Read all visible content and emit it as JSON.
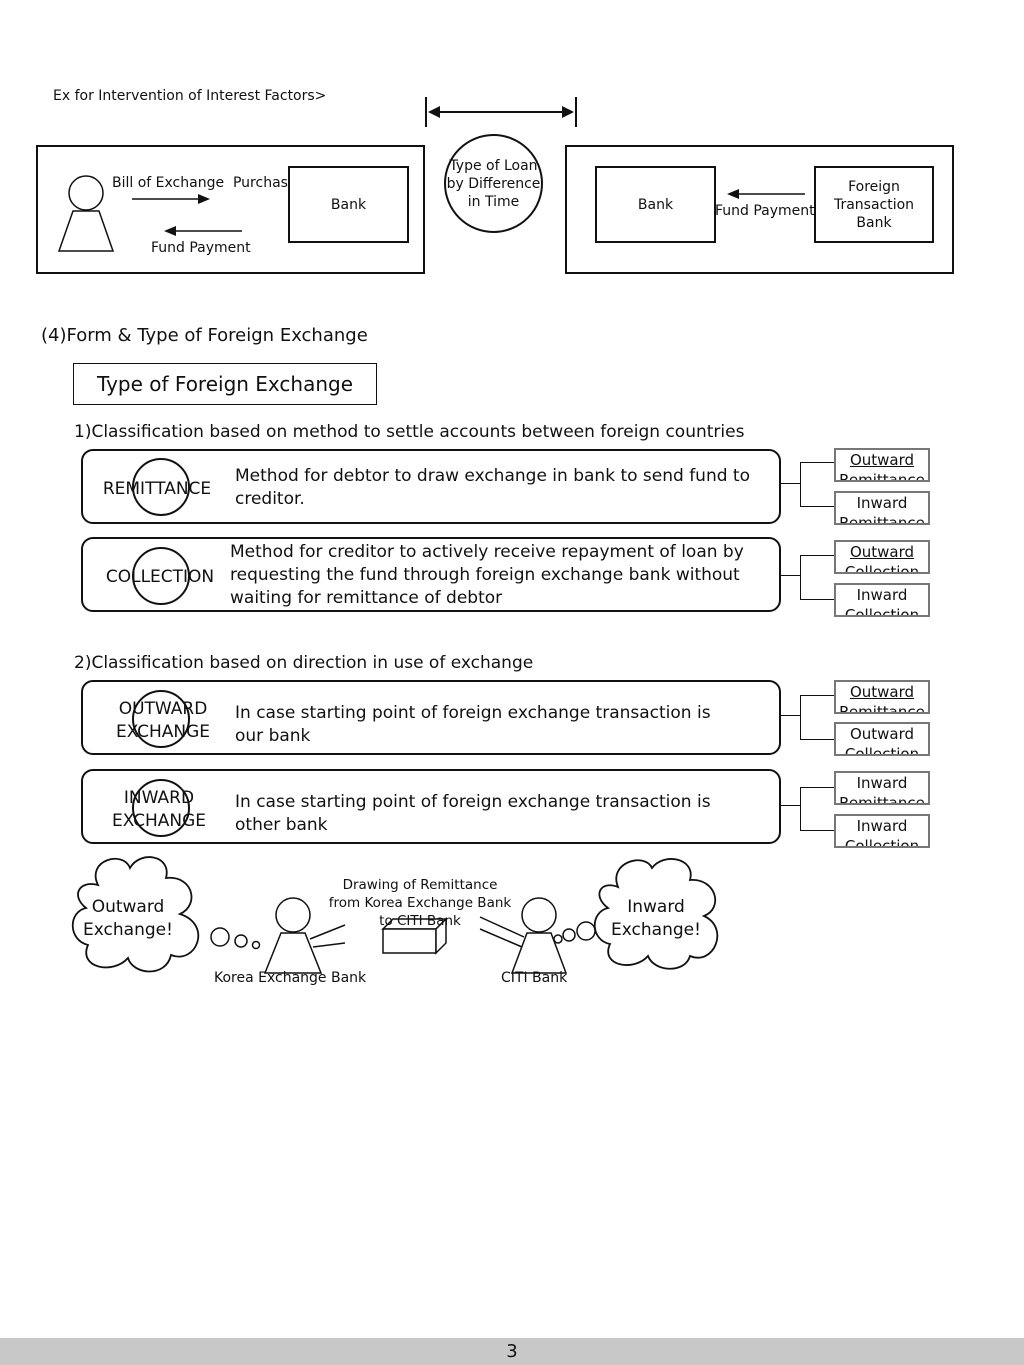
{
  "top_caption": "Ex for Intervention of Interest Factors>",
  "left_diagram": {
    "bill_label": "Bill of Exchange  Purchase",
    "fund_label": "Fund Payment",
    "bank_label": "Bank"
  },
  "middle_circle": {
    "lines": [
      "Type of Loan",
      "by Difference",
      "in Time"
    ]
  },
  "right_diagram": {
    "bank_label": "Bank",
    "fund_label": "Fund Payment",
    "foreign_bank_lines": [
      "Foreign",
      "Transaction",
      "Bank"
    ]
  },
  "section_title": "(4)Form & Type of Foreign Exchange",
  "type_box_title": "Type of Foreign Exchange",
  "classification1": {
    "heading": "1)Classification based on method to settle accounts between foreign countries",
    "rows": [
      {
        "label_lines": [
          "REMITTANCE"
        ],
        "description": "Method for debtor to draw exchange in bank to send fund to creditor.",
        "tags": [
          [
            "Outward",
            "Remittance"
          ],
          [
            "Inward",
            "Remittance"
          ]
        ]
      },
      {
        "label_lines": [
          "COLLECTION"
        ],
        "description": "Method for creditor to actively receive repayment of loan by requesting the fund through foreign exchange bank without waiting for remittance of debtor",
        "tags": [
          [
            "Outward",
            "Collection"
          ],
          [
            "Inward",
            "Collection"
          ]
        ]
      }
    ]
  },
  "classification2": {
    "heading": "2)Classification based on direction in use of exchange",
    "rows": [
      {
        "label_lines": [
          "OUTWARD",
          "EXCHANGE"
        ],
        "description": "In case starting point of foreign exchange transaction is our bank",
        "tags": [
          [
            "Outward",
            "Remittance"
          ],
          [
            "Outward",
            "Collection"
          ]
        ]
      },
      {
        "label_lines": [
          "INWARD",
          "EXCHANGE"
        ],
        "description": "In case starting point of foreign exchange transaction is other bank",
        "tags": [
          [
            "Inward",
            "Remittance"
          ],
          [
            "Inward",
            "Collection"
          ]
        ]
      }
    ]
  },
  "bottom_illustration": {
    "left_cloud_lines": [
      "Outward",
      "Exchange!"
    ],
    "right_cloud_lines": [
      "Inward",
      "Exchange!"
    ],
    "drawing_lines": [
      "Drawing of Remittance",
      "from Korea Exchange Bank",
      "to CITI Bank"
    ],
    "left_person_label": "Korea Exchange Bank",
    "right_person_label": "CITI Bank"
  },
  "page_number": "3"
}
